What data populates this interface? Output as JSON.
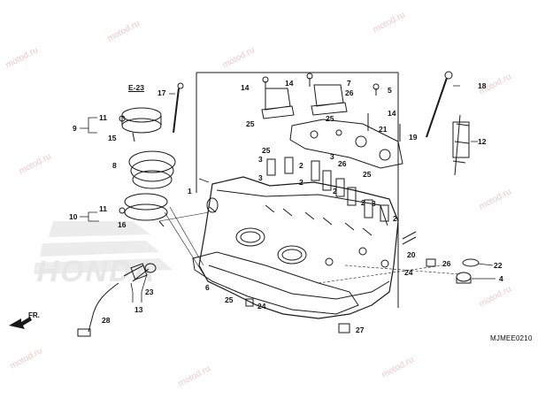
{
  "logo": {
    "text": "HONDA"
  },
  "watermark": {
    "text": "motod.ru",
    "color": "#f0c8c8"
  },
  "ref_tag": "E-23",
  "part_code": "MJMEE0210",
  "direction": "FR.",
  "callouts": [
    "1",
    "2",
    "2",
    "2",
    "2",
    "2",
    "3",
    "3",
    "3",
    "3",
    "4",
    "5",
    "6",
    "7",
    "8",
    "9",
    "10",
    "11",
    "11",
    "12",
    "13",
    "14",
    "14",
    "14",
    "15",
    "16",
    "17",
    "18",
    "19",
    "20",
    "21",
    "22",
    "23",
    "24",
    "24",
    "25",
    "25",
    "25",
    "25",
    "25",
    "26",
    "26",
    "26",
    "27",
    "28"
  ]
}
